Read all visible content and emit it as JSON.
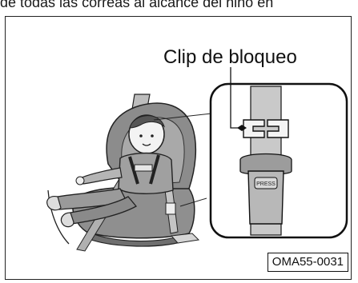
{
  "header": {
    "cut_text": "de todas las correas al alcance del niño en"
  },
  "figure": {
    "callout_label": "Clip de bloqueo",
    "code": "OMA55-0031",
    "inset_press_label": "PRESS",
    "line_color": "#222222",
    "seat_color": "#8c8c8c"
  }
}
